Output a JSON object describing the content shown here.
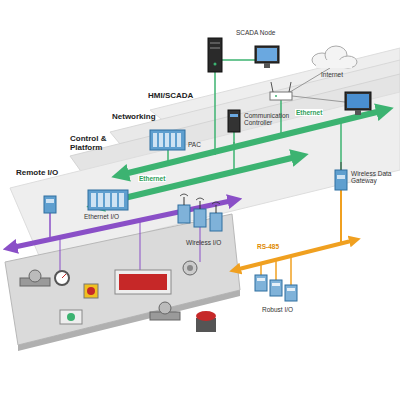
{
  "diagram": {
    "nodes": [
      {
        "text": [
          "SCADA Node"
        ]
      },
      {
        "text": [
          "Internet"
        ]
      },
      {
        "text": [
          "PAC"
        ]
      },
      {
        "text": [
          "Communication Controller"
        ]
      },
      {
        "text": [
          "Wireless Data Gateway"
        ]
      },
      {
        "text": [
          "Ethernet I/O"
        ]
      },
      {
        "text": [
          "Wireless I/O"
        ]
      },
      {
        "text": [
          "Robust I/O"
        ]
      }
    ],
    "labels": [
      "HMI/SCADA",
      "Networking",
      "Control & Platform",
      "Remote I/O",
      "Ethernet",
      "Ethernet",
      "RS-485"
    ]
  }
}
